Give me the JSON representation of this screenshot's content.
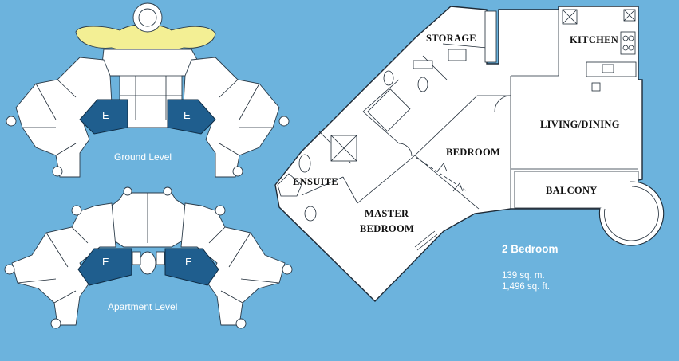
{
  "site_plans": {
    "ground_label": "Ground Level",
    "apartment_label": "Apartment Level",
    "unit_marker": "E"
  },
  "floor_plan": {
    "rooms": {
      "storage": "STORAGE",
      "kitchen": "KITCHEN",
      "living_dining": "LIVING/DINING",
      "bedroom": "BEDROOM",
      "ensuite": "ENSUITE",
      "balcony": "BALCONY",
      "master_line1": "MASTER",
      "master_line2": "BEDROOM"
    }
  },
  "unit_info": {
    "type": "2 Bedroom",
    "area_metric": "139 sq. m.",
    "area_imperial": "1,496 sq. ft."
  },
  "colors": {
    "background": "#6cb3dd",
    "unit_highlight": "#1f5e8e",
    "pool": "#f3ef94"
  }
}
